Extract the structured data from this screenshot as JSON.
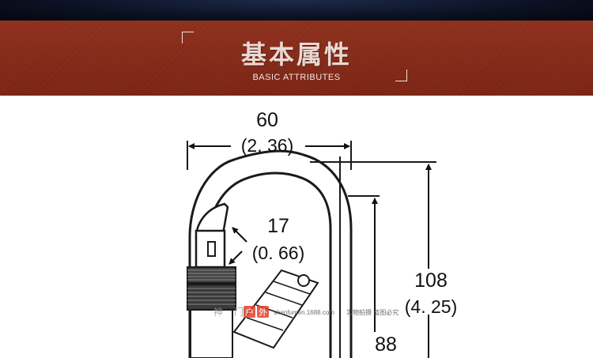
{
  "header": {
    "title": "基本属性",
    "subtitle": "BASIC ATTRIBUTES"
  },
  "dimensions": {
    "width_mm": "60",
    "width_in": "(2. 36)",
    "gate_mm": "17",
    "gate_in": "(0. 66)",
    "height_mm": "108",
    "height_in": "(4. 25)",
    "inner_mm": "88"
  },
  "watermark": {
    "brand_a": "神",
    "brand_b": "门",
    "tag_a": "户",
    "tag_b": "外",
    "url": "shenfumen.1688.com",
    "slogan": "实物拍摄 盗图必究"
  },
  "colors": {
    "banner": "#8a2a18",
    "watermark_tag": "#e0412b",
    "line": "#1a1a1a"
  }
}
